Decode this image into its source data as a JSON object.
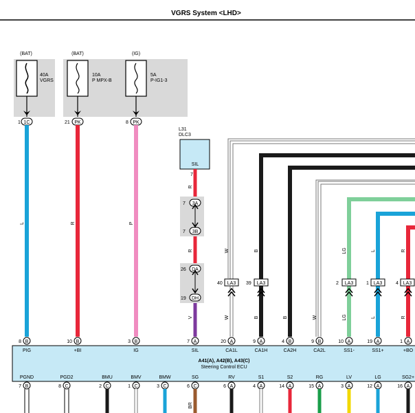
{
  "title": "VGRS System <LHD>",
  "fuses": [
    {
      "source": "(BAT)",
      "amp": "40A",
      "name": "VGRS",
      "pin": "1",
      "conn": "1C",
      "wire": "L",
      "color": "#1aa3d8"
    },
    {
      "source": "(BAT)",
      "amp": "10A",
      "name": "P MPX-B",
      "pin": "21",
      "conn": "PK",
      "wire": "R",
      "color": "#e8273a"
    },
    {
      "source": "(IG)",
      "amp": "5A",
      "name": "P-IG1-3",
      "pin": "8",
      "conn": "PK",
      "wire": "P",
      "color": "#f08cc0"
    }
  ],
  "dlc": {
    "id": "L31",
    "name": "DLC3",
    "terminal": "SIL"
  },
  "junctions": [
    {
      "top_pin": "7",
      "top": "3A",
      "bot_pin": "7",
      "bot": "3B",
      "wire_above": "R"
    },
    {
      "top_pin": "26",
      "top": "DA",
      "bot_pin": "19",
      "bot": "DH",
      "wire_above": "R",
      "wire_below": "V"
    }
  ],
  "dlc_pin": "7",
  "la3": [
    {
      "pin": "40",
      "label": "LA3",
      "wire": "W"
    },
    {
      "pin": "39",
      "label": "LA3",
      "wire": "B"
    },
    {
      "pin": "2",
      "label": "LA3",
      "wire": "LG"
    },
    {
      "pin": "1",
      "label": "LA3",
      "wire": "L"
    },
    {
      "pin": "4",
      "label": "LA3",
      "wire": "R"
    }
  ],
  "lower_wires": [
    "W",
    "B",
    "B",
    "W",
    "LG",
    "L",
    "R"
  ],
  "ecu": {
    "line1": "A41(A), A42(B), A43(C)",
    "line2": "Steering Control ECU",
    "top_pins": [
      {
        "pin": "8",
        "conn": "B",
        "label": "PIG"
      },
      {
        "pin": "10",
        "conn": "B",
        "label": "+BI"
      },
      {
        "pin": "3",
        "conn": "B",
        "label": "IG"
      },
      {
        "pin": "7",
        "conn": "A",
        "label": "SIL"
      },
      {
        "pin": "20",
        "conn": "A",
        "label": "CA1L"
      },
      {
        "pin": "9",
        "conn": "A",
        "label": "CA1H"
      },
      {
        "pin": "4",
        "conn": "B",
        "label": "CA2H"
      },
      {
        "pin": "9",
        "conn": "B",
        "label": "CA2L"
      },
      {
        "pin": "10",
        "conn": "A",
        "label": "SS1-"
      },
      {
        "pin": "19",
        "conn": "A",
        "label": "SS1+"
      },
      {
        "pin": "1",
        "conn": "A",
        "label": "+BO"
      }
    ],
    "bottom_pins": [
      {
        "pin": "7",
        "conn": "B",
        "label": "PGND"
      },
      {
        "pin": "8",
        "conn": "C",
        "label": "PGD2"
      },
      {
        "pin": "2",
        "conn": "C",
        "label": "BMU"
      },
      {
        "pin": "1",
        "conn": "C",
        "label": "BMV"
      },
      {
        "pin": "3",
        "conn": "C",
        "label": "BMW"
      },
      {
        "pin": "6",
        "conn": "C",
        "label": "SG"
      },
      {
        "pin": "6",
        "conn": "A",
        "label": "RV"
      },
      {
        "pin": "4",
        "conn": "A",
        "label": "S1"
      },
      {
        "pin": "14",
        "conn": "A",
        "label": "S2"
      },
      {
        "pin": "15",
        "conn": "A",
        "label": "RG"
      },
      {
        "pin": "3",
        "conn": "A",
        "label": "LV"
      },
      {
        "pin": "12",
        "conn": "A",
        "label": "LG"
      },
      {
        "pin": "16",
        "conn": "A",
        "label": "SG2+"
      }
    ],
    "sg_wire": "BR"
  }
}
